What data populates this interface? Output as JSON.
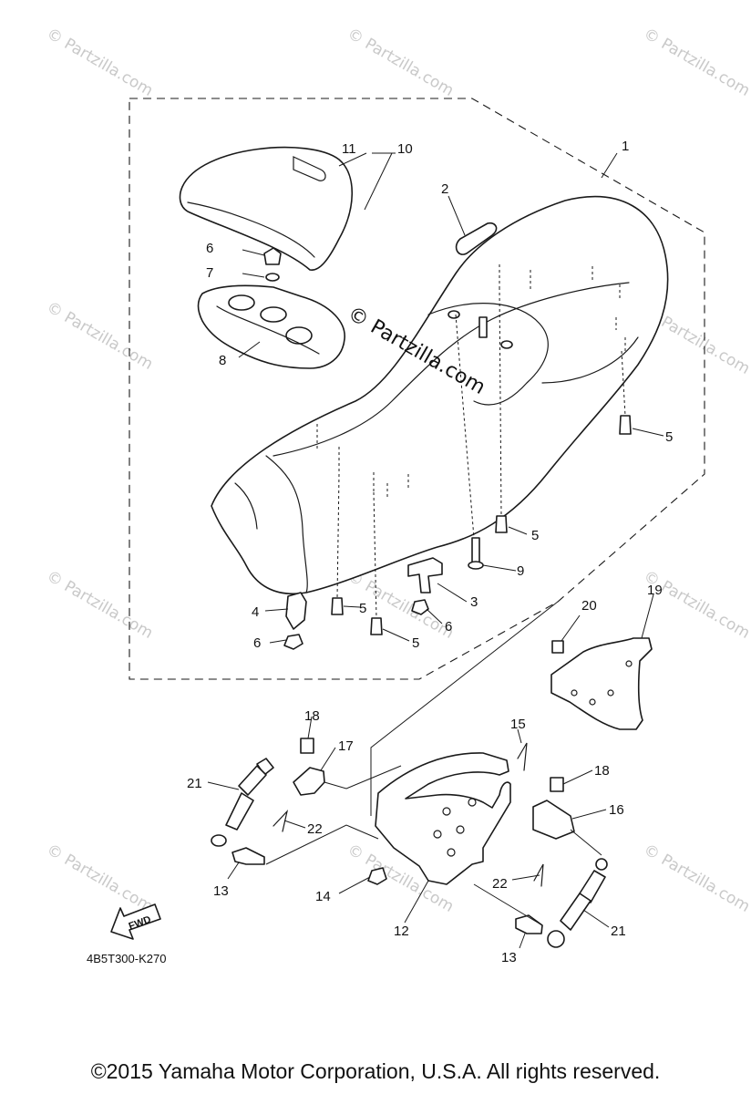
{
  "watermark": {
    "text": "© Partzilla.com",
    "center_text": "© Partzilla.com"
  },
  "callouts": {
    "c1": "1",
    "c2": "2",
    "c3": "3",
    "c4": "4",
    "c5a": "5",
    "c5b": "5",
    "c5c": "5",
    "c5d": "5",
    "c6a": "6",
    "c6b": "6",
    "c6c": "6",
    "c7": "7",
    "c8": "8",
    "c9": "9",
    "c10": "10",
    "c11": "11",
    "c12": "12",
    "c13a": "13",
    "c13b": "13",
    "c14": "14",
    "c15": "15",
    "c16": "16",
    "c17": "17",
    "c18a": "18",
    "c18b": "18",
    "c19": "19",
    "c20": "20",
    "c21a": "21",
    "c21b": "21",
    "c22a": "22",
    "c22b": "22"
  },
  "fwd_label": "FWD",
  "diagram_code": "4B5T300-K270",
  "copyright": "©2015 Yamaha Motor Corporation, U.S.A. All rights reserved."
}
